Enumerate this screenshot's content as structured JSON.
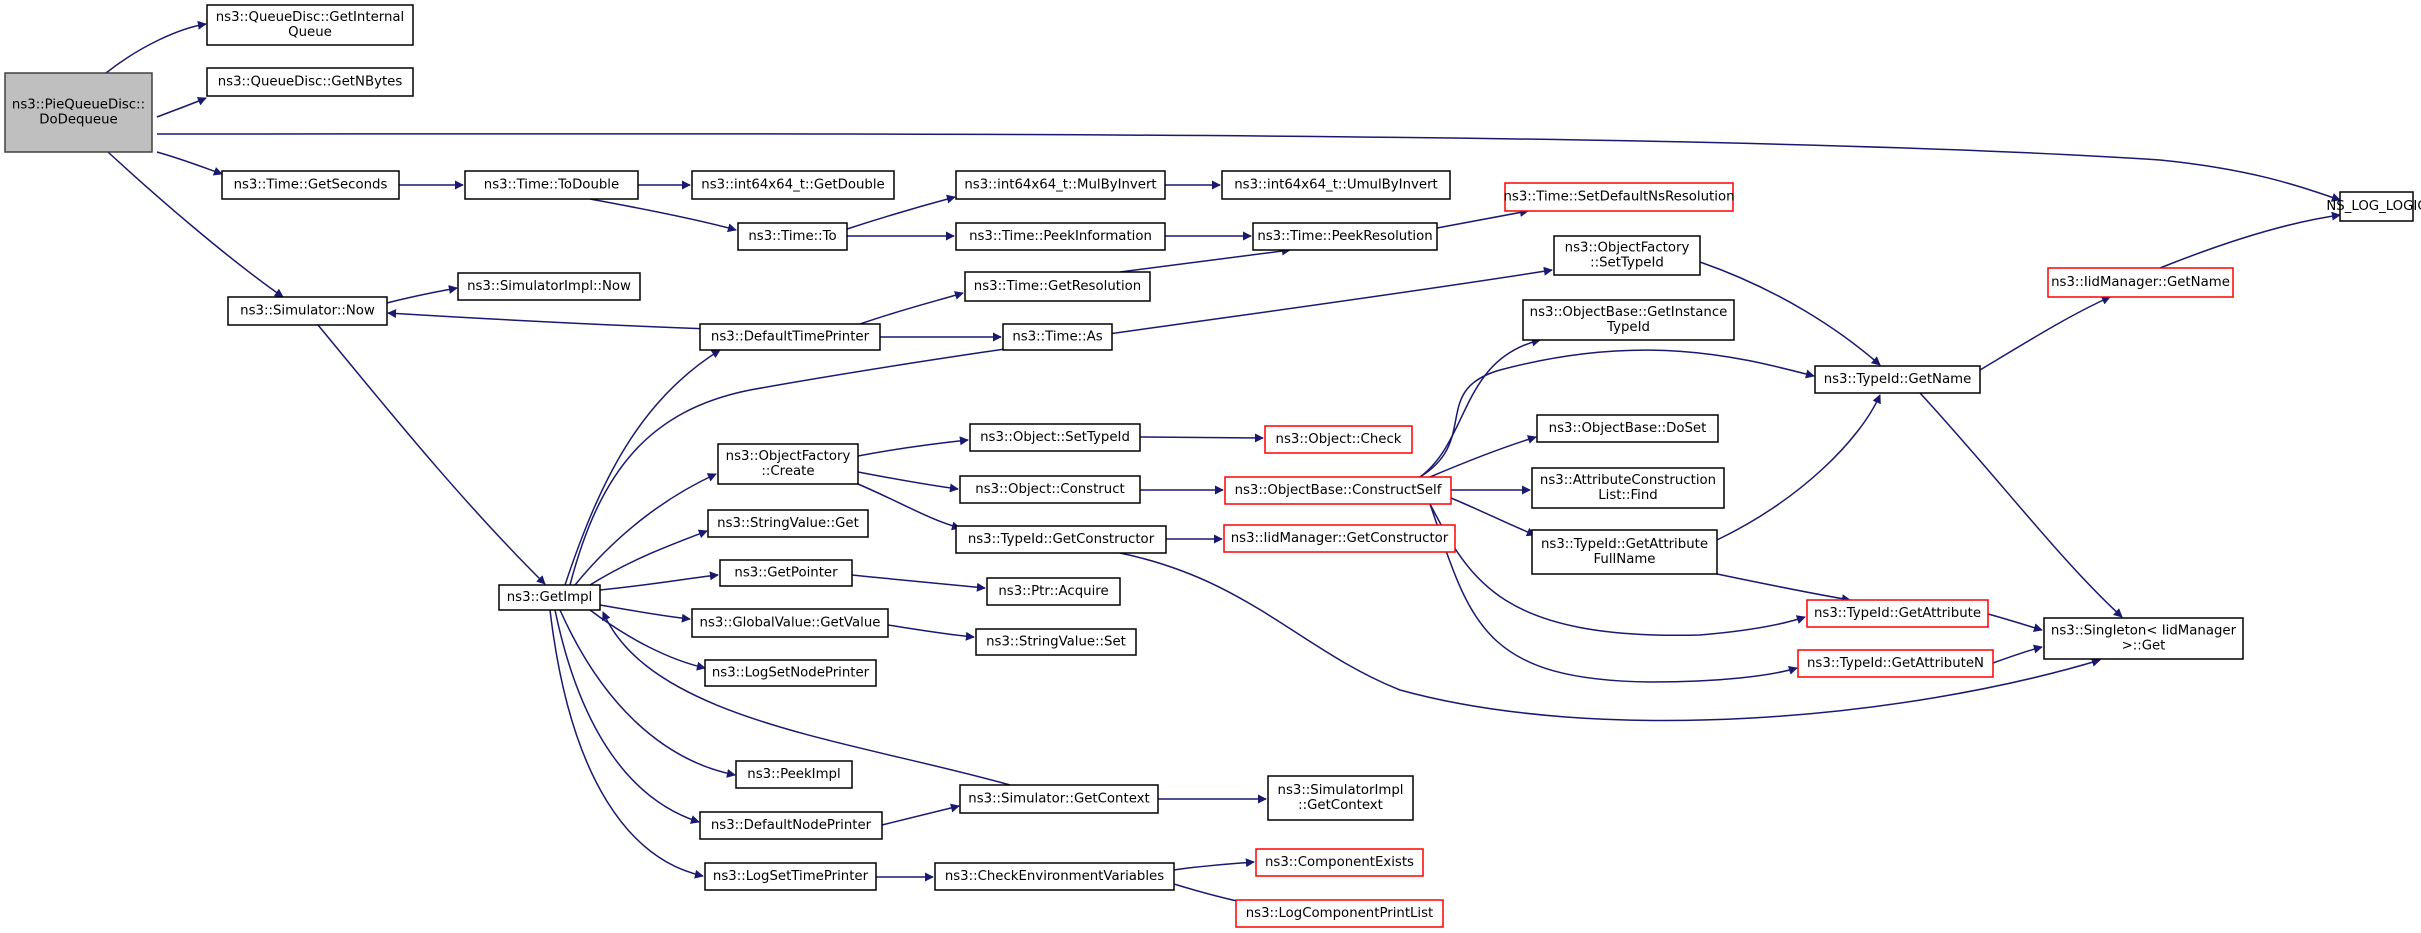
{
  "colors": {
    "edge": "#191970",
    "node_border": "#000000",
    "node_border_external": "#ff0000",
    "root_fill": "#bfbfbf",
    "root_border": "#404040"
  },
  "nodes": [
    {
      "id": "root",
      "lines": [
        "ns3::PieQueueDisc::",
        "DoDequeue"
      ],
      "style": "root"
    },
    {
      "id": "getinternalqueue",
      "lines": [
        "ns3::QueueDisc::GetInternal",
        "Queue"
      ]
    },
    {
      "id": "getnbytes",
      "lines": [
        "ns3::QueueDisc::GetNBytes"
      ]
    },
    {
      "id": "ns_log_logic",
      "lines": [
        "NS_LOG_LOGIC"
      ]
    },
    {
      "id": "time_getseconds",
      "lines": [
        "ns3::Time::GetSeconds"
      ]
    },
    {
      "id": "time_todouble",
      "lines": [
        "ns3::Time::ToDouble"
      ]
    },
    {
      "id": "int64_getdouble",
      "lines": [
        "ns3::int64x64_t::GetDouble"
      ]
    },
    {
      "id": "time_to",
      "lines": [
        "ns3::Time::To"
      ]
    },
    {
      "id": "int64_mulbyinvert",
      "lines": [
        "ns3::int64x64_t::MulByInvert"
      ]
    },
    {
      "id": "int64_umulbyinvert",
      "lines": [
        "ns3::int64x64_t::UmulByInvert"
      ]
    },
    {
      "id": "time_peekinformation",
      "lines": [
        "ns3::Time::PeekInformation"
      ]
    },
    {
      "id": "time_peekresolution",
      "lines": [
        "ns3::Time::PeekResolution"
      ]
    },
    {
      "id": "time_setdefaultnsres",
      "lines": [
        "ns3::Time::SetDefaultNsResolution"
      ],
      "style": "red"
    },
    {
      "id": "simulator_now",
      "lines": [
        "ns3::Simulator::Now"
      ]
    },
    {
      "id": "simulatorimpl_now",
      "lines": [
        "ns3::SimulatorImpl::Now"
      ]
    },
    {
      "id": "time_getresolution",
      "lines": [
        "ns3::Time::GetResolution"
      ]
    },
    {
      "id": "defaulttimeprinter",
      "lines": [
        "ns3::DefaultTimePrinter"
      ]
    },
    {
      "id": "time_as",
      "lines": [
        "ns3::Time::As"
      ]
    },
    {
      "id": "objectfactory_settypeid",
      "lines": [
        "ns3::ObjectFactory",
        "::SetTypeId"
      ]
    },
    {
      "id": "iidmanager_getname",
      "lines": [
        "ns3::IidManager::GetName"
      ],
      "style": "red"
    },
    {
      "id": "objectbase_getinstancetypeid",
      "lines": [
        "ns3::ObjectBase::GetInstance",
        "TypeId"
      ]
    },
    {
      "id": "typeid_getname",
      "lines": [
        "ns3::TypeId::GetName"
      ]
    },
    {
      "id": "objectfactory_create",
      "lines": [
        "ns3::ObjectFactory",
        "::Create"
      ]
    },
    {
      "id": "object_settypeid",
      "lines": [
        "ns3::Object::SetTypeId"
      ]
    },
    {
      "id": "object_check",
      "lines": [
        "ns3::Object::Check"
      ],
      "style": "red"
    },
    {
      "id": "objectbase_dosset",
      "lines": [
        "ns3::ObjectBase::DoSet"
      ]
    },
    {
      "id": "object_construct",
      "lines": [
        "ns3::Object::Construct"
      ]
    },
    {
      "id": "objectbase_constructself",
      "lines": [
        "ns3::ObjectBase::ConstructSelf"
      ],
      "style": "red"
    },
    {
      "id": "attrconstructionlist_find",
      "lines": [
        "ns3::AttributeConstruction",
        "List::Find"
      ]
    },
    {
      "id": "stringvalue_get",
      "lines": [
        "ns3::StringValue::Get"
      ]
    },
    {
      "id": "typeid_getconstructor",
      "lines": [
        "ns3::TypeId::GetConstructor"
      ]
    },
    {
      "id": "iidmanager_getconstructor",
      "lines": [
        "ns3::IidManager::GetConstructor"
      ],
      "style": "red"
    },
    {
      "id": "typeid_getattributefullname",
      "lines": [
        "ns3::TypeId::GetAttribute",
        "FullName"
      ]
    },
    {
      "id": "getimpl",
      "lines": [
        "ns3::GetImpl"
      ]
    },
    {
      "id": "getpointer",
      "lines": [
        "ns3::GetPointer"
      ]
    },
    {
      "id": "ptr_acquire",
      "lines": [
        "ns3::Ptr::Acquire"
      ]
    },
    {
      "id": "typeid_getattribute",
      "lines": [
        "ns3::TypeId::GetAttribute"
      ],
      "style": "red"
    },
    {
      "id": "singleton_get",
      "lines": [
        "ns3::Singleton< IidManager",
        ">::Get"
      ]
    },
    {
      "id": "globalvalue_getvalue",
      "lines": [
        "ns3::GlobalValue::GetValue"
      ]
    },
    {
      "id": "stringvalue_set",
      "lines": [
        "ns3::StringValue::Set"
      ]
    },
    {
      "id": "typeid_getattributen",
      "lines": [
        "ns3::TypeId::GetAttributeN"
      ],
      "style": "red"
    },
    {
      "id": "logsetnodeprinter",
      "lines": [
        "ns3::LogSetNodePrinter"
      ]
    },
    {
      "id": "peekimpl",
      "lines": [
        "ns3::PeekImpl"
      ]
    },
    {
      "id": "simulator_getcontext",
      "lines": [
        "ns3::Simulator::GetContext"
      ]
    },
    {
      "id": "simulatorimpl_getcontext",
      "lines": [
        "ns3::SimulatorImpl",
        "::GetContext"
      ]
    },
    {
      "id": "defaultnodeprinter",
      "lines": [
        "ns3::DefaultNodePrinter"
      ]
    },
    {
      "id": "logsettimeprinter",
      "lines": [
        "ns3::LogSetTimePrinter"
      ]
    },
    {
      "id": "checkenvvars",
      "lines": [
        "ns3::CheckEnvironmentVariables"
      ]
    },
    {
      "id": "componentexists",
      "lines": [
        "ns3::ComponentExists"
      ],
      "style": "red"
    },
    {
      "id": "logcomponentprintlist",
      "lines": [
        "ns3::LogComponentPrintList"
      ],
      "style": "red"
    }
  ]
}
